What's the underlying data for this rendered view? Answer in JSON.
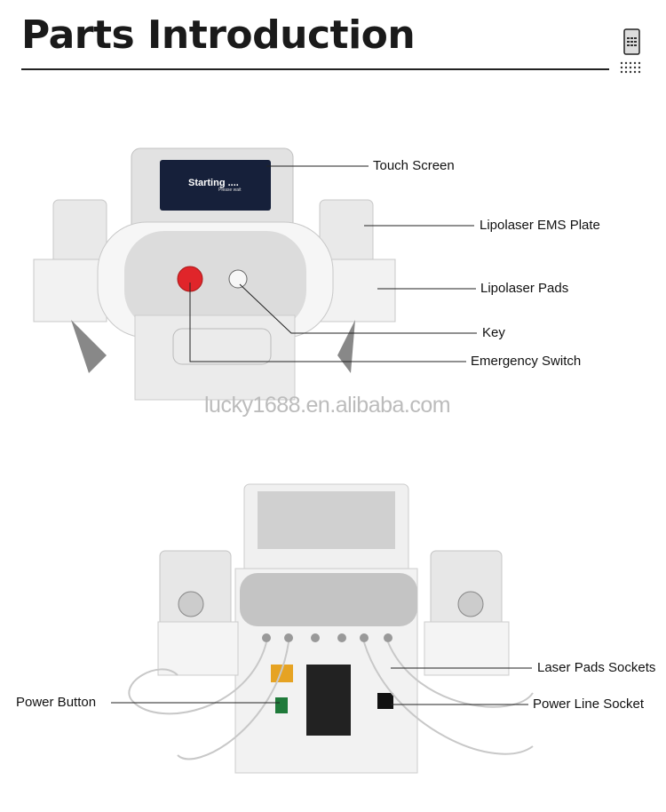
{
  "header": {
    "title": "Parts Introduction",
    "icon": "phone-keypad-icon"
  },
  "machine_front": {
    "screen": {
      "title": "Starting ....",
      "subtitle": "Please wait"
    },
    "labels": {
      "touch_screen": "Touch Screen",
      "ems_plate": "Lipolaser EMS Plate",
      "pads": "Lipolaser Pads",
      "key": "Key",
      "emergency_switch": "Emergency Switch"
    }
  },
  "watermark": "lucky1688.en.alibaba.com",
  "machine_back": {
    "labels": {
      "laser_pads_sockets": "Laser Pads Sockets",
      "power_button": "Power Button",
      "power_line_socket": "Power Line Socket"
    }
  },
  "colors": {
    "emergency_red": "#e0252a",
    "screen": "#16203a"
  }
}
